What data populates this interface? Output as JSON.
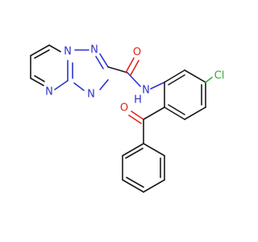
{
  "colors": {
    "bond": "#1a1a1a",
    "nitrogen": "#2e33cc",
    "oxygen": "#e0241a",
    "chlorine": "#3aa832",
    "background": "#ffffff"
  },
  "atoms": {
    "n_bridge": "N",
    "n_triazole_2": "N",
    "n_triazole_4": "N",
    "n_pyrimidine": "N",
    "nh": "N",
    "h": "H",
    "o_amide": "O",
    "o_ketone": "O",
    "cl": "Cl"
  }
}
